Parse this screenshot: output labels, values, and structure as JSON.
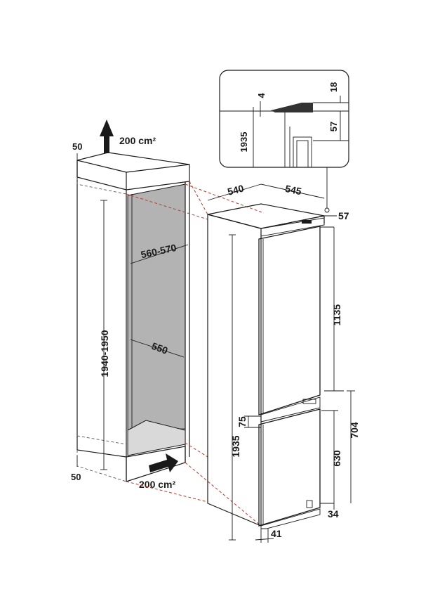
{
  "labels": {
    "top_gap": "50",
    "top_vent": "200 cm²",
    "bottom_gap": "50",
    "bottom_vent": "200 cm²",
    "niche_height": "1940-1950",
    "niche_width": "560-570",
    "niche_depth": "550",
    "appliance_depth": "540",
    "appliance_width": "545",
    "top_offset": "57",
    "appliance_height": "1935",
    "upper_door": "1135",
    "lower_door_total": "704",
    "lower_door": "630",
    "door_gap": "75",
    "plinth_right": "34",
    "plinth_bottom": "41",
    "detail_height": "1935",
    "detail_4": "4",
    "detail_18": "18",
    "detail_57": "57"
  },
  "colors": {
    "line": "#1a1a1a",
    "niche_fill": "#b3b3b3",
    "niche_floor": "#d9d9d9",
    "dash": "#c0392b"
  }
}
